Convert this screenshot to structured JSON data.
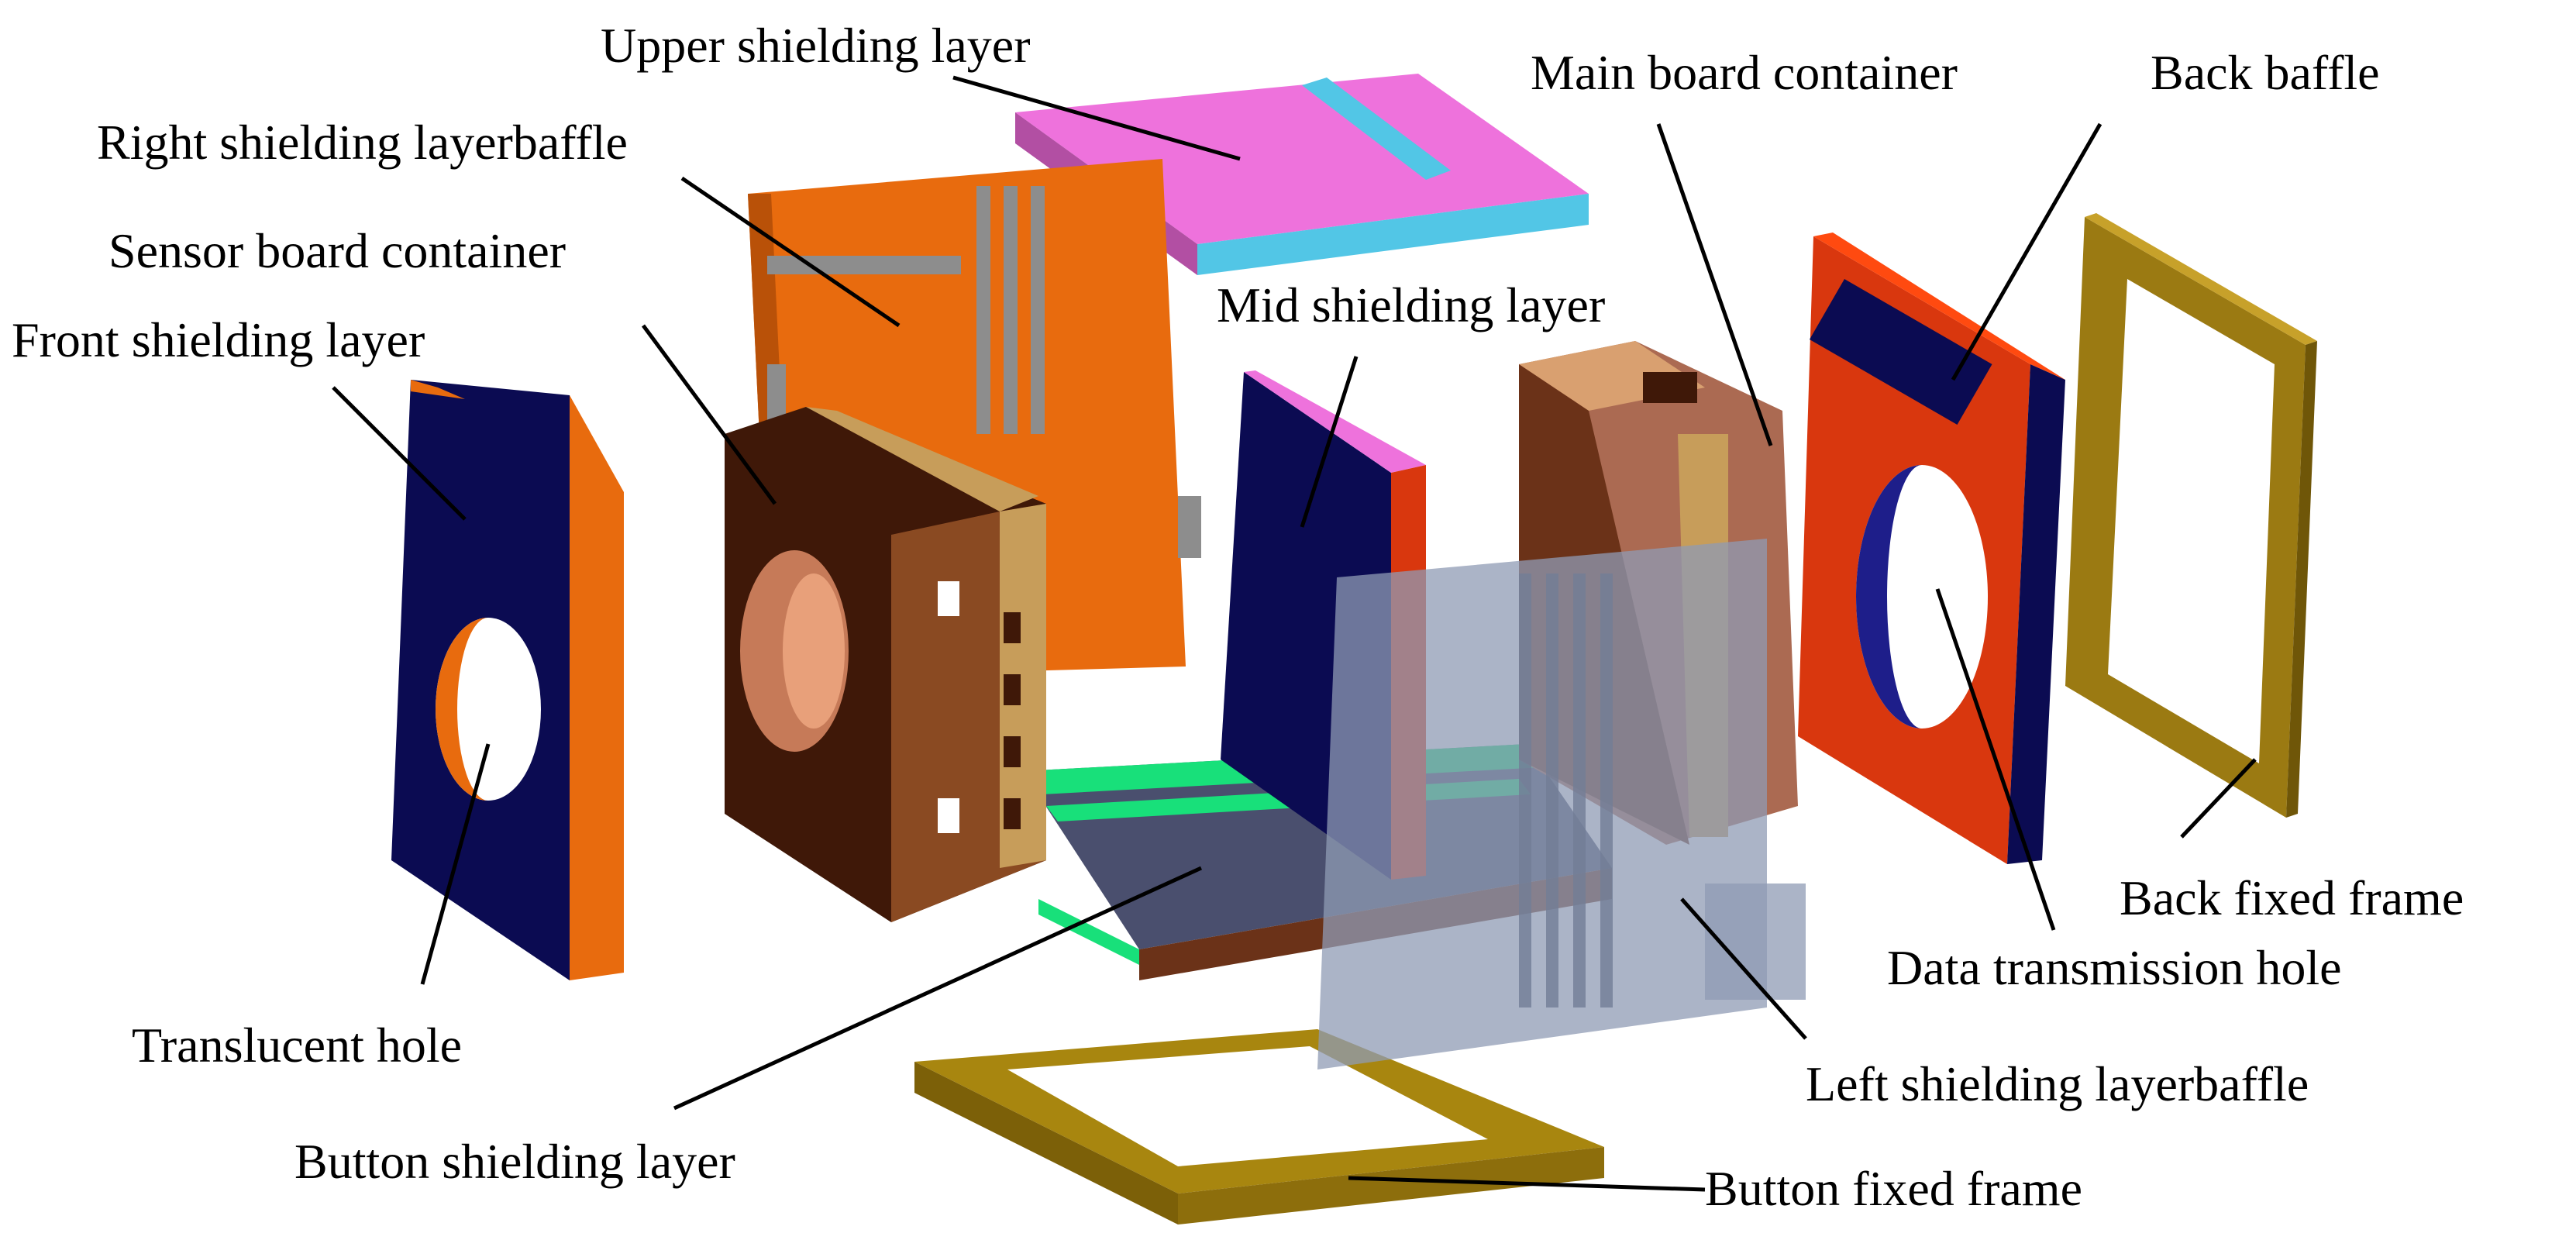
{
  "labels": {
    "upper_shielding_layer": "Upper shielding layer",
    "right_shielding_layerbaffle": "Right shielding layerbaffle",
    "sensor_board_container": "Sensor board container",
    "front_shielding_layer": "Front shielding layer",
    "translucent_hole": "Translucent hole",
    "button_shielding_layer": "Button shielding layer",
    "mid_shielding_layer": "Mid shielding layer",
    "main_board_container": "Main board container",
    "back_baffle": "Back baffle",
    "back_fixed_frame": "Back fixed frame",
    "data_transmission_hole": "Data transmission hole",
    "left_shielding_layerbaffle": "Left shielding layerbaffle",
    "button_fixed_frame": "Button fixed frame"
  },
  "colors": {
    "navy": "#0b0b52",
    "orange": "#e86b0e",
    "pink": "#ee72dc",
    "cyan": "#52c6e6",
    "brown": "#6b3218",
    "tan": "#c79d5a",
    "red": "#d9370e",
    "gold": "#9b7a12",
    "green": "#18e07a",
    "gray": "#8d8d8d",
    "translucent": "#8f9bb4"
  }
}
